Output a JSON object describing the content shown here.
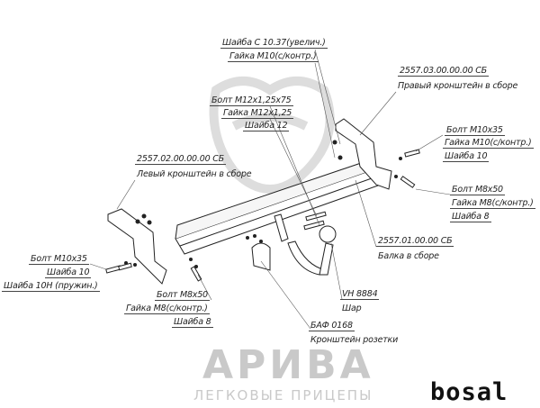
{
  "watermark": {
    "brand": "АРИВА",
    "subtitle": "ЛЕГКОВЫЕ ПРИЦЕПЫ"
  },
  "logo": "bosal",
  "labels": {
    "washer_c10": "Шайба С 10.37(увелич.)",
    "nut_m10_top": "Гайка М10(с/контр.)",
    "right_bracket_code": "2557.03.00.00.00 СБ",
    "right_bracket_name": "Правый кронштейн в сборе",
    "bolt_m12": "Болт М12х1,25х75",
    "nut_m12": "Гайка М12х1,25",
    "washer_12": "Шайба 12",
    "bolt_m10_right": "Болт М10х35",
    "nut_m10_right": "Гайка М10(с/контр.)",
    "washer_10_right": "Шайба 10",
    "left_bracket_code": "2557.02.00.00.00 СБ",
    "left_bracket_name": "Левый кронштейн в сборе",
    "bolt_m8_right": "Болт М8х50",
    "nut_m8_right": "Гайка М8(с/контр.)",
    "washer_8_right": "Шайба 8",
    "beam_code": "2557.01.00.00 СБ",
    "beam_name": "Балка в сборе",
    "bolt_m10_left": "Болт М10х35",
    "washer_10_left": "Шайба 10",
    "washer_10h_left": "Шайба 10Н (пружин.)",
    "bolt_m8_left": "Болт М8х50",
    "nut_m8_left": "Гайка М8(с/контр.)",
    "washer_8_left": "Шайба 8",
    "ball_code": "VH 8884",
    "ball_name": "Шар",
    "socket_code": "БАФ 0168",
    "socket_name": "Кронштейн розетки"
  }
}
